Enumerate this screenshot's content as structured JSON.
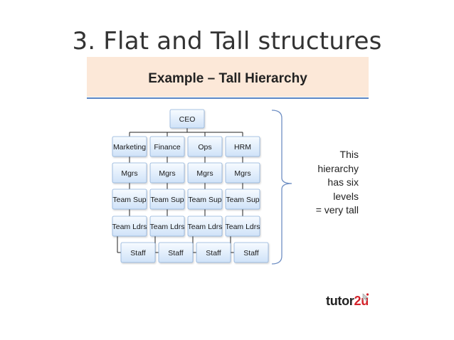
{
  "slide": {
    "title": "3. Flat and Tall structures"
  },
  "banner": {
    "title": "Example – Tall Hierarchy"
  },
  "hierarchy": {
    "root": "CEO",
    "departments": [
      "Marketing",
      "Finance",
      "Ops",
      "HRM"
    ],
    "levels": [
      "Mgrs",
      "Team Sup",
      "Team Ldrs"
    ],
    "bottom_level": "Staff"
  },
  "note": {
    "lines": [
      "This",
      "hierarchy",
      "has six",
      "levels",
      "= very tall"
    ]
  },
  "logo": {
    "text_main": "tutor",
    "text_accent": "2u"
  },
  "colors": {
    "box_fill_top": "#f7fbff",
    "box_fill_bottom": "#cfe2f8",
    "box_stroke": "#8fb1da",
    "connector": "#222222",
    "bracket": "#6f8fc4",
    "banner": "#fce8d8",
    "banner_rule": "#5b86c5",
    "logo_accent": "#d4232b"
  },
  "icons": {
    "logo_mark": "cursor-spark-icon"
  }
}
